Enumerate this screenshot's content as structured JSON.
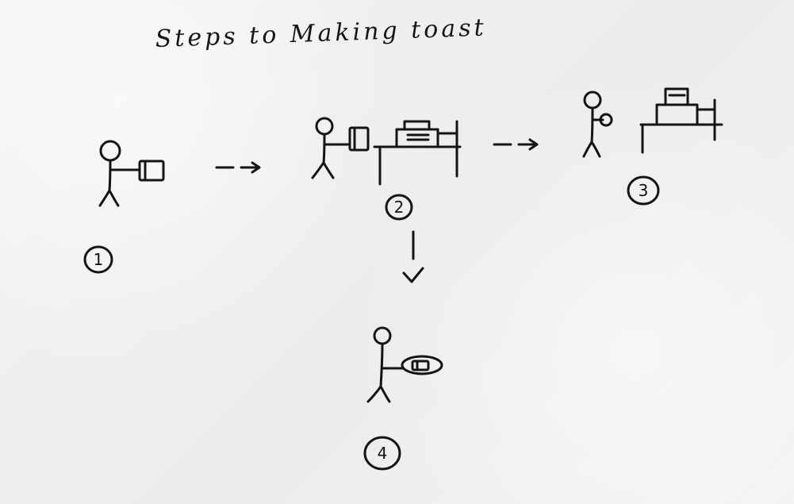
{
  "diagram": {
    "title": "Steps to Making toast",
    "steps": [
      {
        "number": "1"
      },
      {
        "number": "2"
      },
      {
        "number": "3"
      },
      {
        "number": "4"
      }
    ]
  }
}
